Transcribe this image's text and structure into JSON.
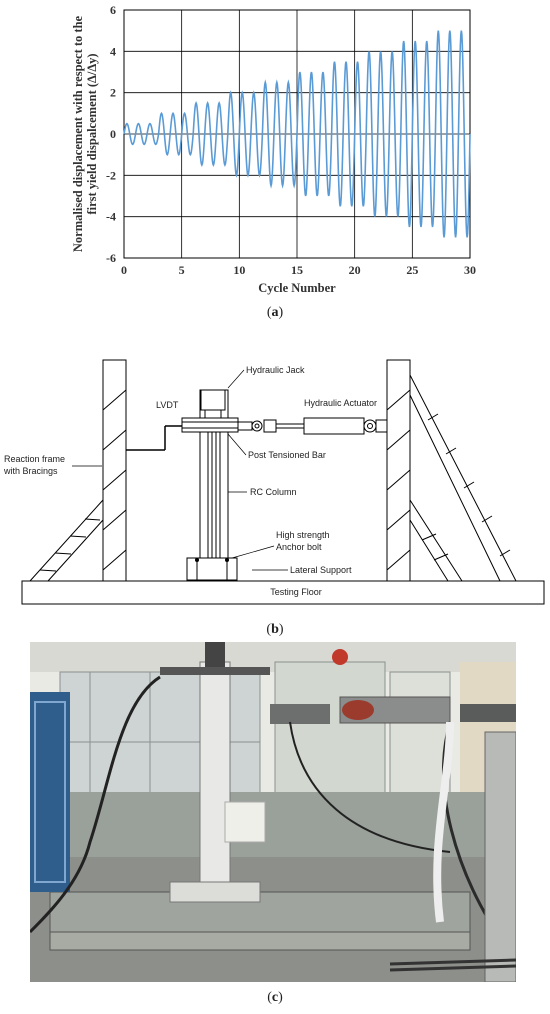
{
  "chart_data": {
    "type": "line",
    "xlabel": "Cycle Number",
    "ylabel_line1": "Normalised displacement with respect to the",
    "ylabel_line2": "first yield dispalcement (Δ/Δy)",
    "xlim": [
      0,
      30
    ],
    "ylim": [
      -6,
      6
    ],
    "x_ticks": [
      "0",
      "5",
      "10",
      "15",
      "20",
      "25",
      "30"
    ],
    "y_ticks": [
      "6",
      "4",
      "2",
      "0",
      "-2",
      "-4",
      "-6"
    ],
    "grid": true,
    "series_color": "#5b9bd5",
    "amplitude_groups": [
      {
        "cycles": 3,
        "amplitude": 0.5
      },
      {
        "cycles": 3,
        "amplitude": 1.0
      },
      {
        "cycles": 3,
        "amplitude": 1.5
      },
      {
        "cycles": 3,
        "amplitude": 2.0
      },
      {
        "cycles": 3,
        "amplitude": 2.5
      },
      {
        "cycles": 3,
        "amplitude": 3.0
      },
      {
        "cycles": 3,
        "amplitude": 3.5
      },
      {
        "cycles": 3,
        "amplitude": 4.0
      },
      {
        "cycles": 3,
        "amplitude": 4.5
      },
      {
        "cycles": 3,
        "amplitude": 5.0
      }
    ]
  },
  "captions": {
    "a": "a",
    "b": "b",
    "c": "c"
  },
  "schematic": {
    "labels": {
      "hydraulic_jack": "Hydraulic Jack",
      "lvdt": "LVDT",
      "hydraulic_actuator": "Hydraulic Actuator",
      "reaction_frame_1": "Reaction frame",
      "reaction_frame_2": "with Bracings",
      "post_tensioned_bar": "Post Tensioned Bar",
      "rc_column": "RC Column",
      "anchor_bolt_1": "High strength",
      "anchor_bolt_2": "Anchor bolt",
      "lateral_support": "Lateral Support",
      "testing_floor": "Testing Floor"
    }
  },
  "colors": {
    "line_blue": "#5b9bd5",
    "grid": "#000000",
    "photo_wall": "#e9eae4",
    "photo_floor": "#9aa09a"
  }
}
